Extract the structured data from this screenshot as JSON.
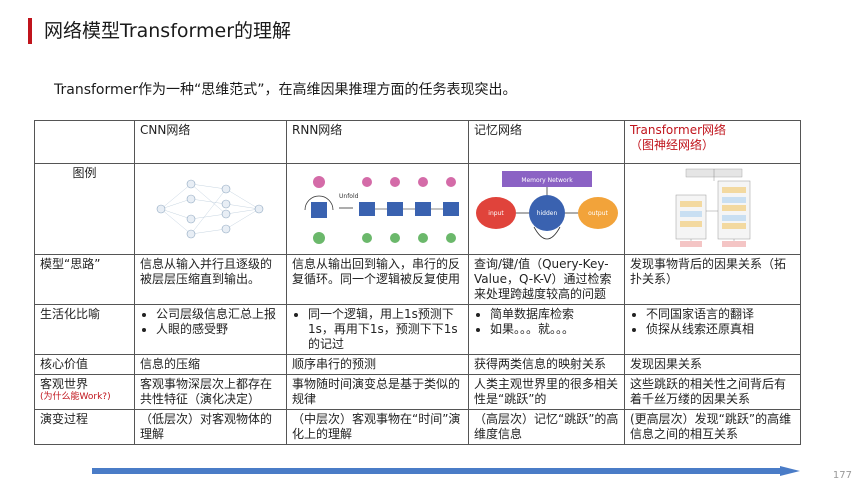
{
  "slide": {
    "title": "网络模型Transformer的理解",
    "intro": "Transformer作为一种“思维范式”，在高维因果推理方面的任务表现突出。",
    "page_number": "177",
    "accent_color": "#c0141c",
    "progress_color": "#4a7cc7"
  },
  "table": {
    "headers": [
      "",
      "CNN网络",
      "RNN网络",
      "记忆网络"
    ],
    "transformer_header": {
      "line1": "Transformer网络",
      "line2": "（图神经网络）"
    },
    "figure_row_label": "图例",
    "figures": {
      "rnn_unfold_label": "Unfold",
      "memory_net": {
        "top": "Memory Network",
        "input": "input",
        "hidden": "hidden",
        "output": "output"
      }
    },
    "thinking": {
      "label": "模型“思路”",
      "cells": [
        "信息从输入并行且逐级的被层层压缩直到输出。",
        "信息从输出回到输入，串行的反复循环。同一个逻辑被反复使用",
        "查询/键/值（Query-Key-Value，Q-K-V）通过检索来处理跨越度较高的问题",
        "发现事物背后的因果关系（拓扑关系）"
      ]
    },
    "analogy": {
      "label": "生活化比喻",
      "cells": [
        [
          "公司层级信息汇总上报",
          "人眼的感受野"
        ],
        [
          "同一个逻辑，用上1s预测下1s，再用下1s，预测下下1s的记过"
        ],
        [
          "简单数据库检索",
          "如果。。。就。。。"
        ],
        [
          "不同国家语言的翻译",
          "侦探从线索还原真相"
        ]
      ]
    },
    "core_value": {
      "label": "核心价值",
      "cells": [
        "信息的压缩",
        "顺序串行的预测",
        "获得两类信息的映射关系",
        "发现因果关系"
      ]
    },
    "world": {
      "label": "客观世界",
      "sublabel": "(为什么能Work?)",
      "cells": [
        "客观事物深层次上都存在共性特征（演化决定）",
        "事物随时间演变总是基于类似的规律",
        "人类主观世界里的很多相关性是“跳跃”的",
        "这些跳跃的相关性之间背后有着千丝万缕的因果关系"
      ]
    },
    "evolution": {
      "label": "演变过程",
      "cells": [
        "（低层次）对客观物体的理解",
        "（中层次）客观事物在“时间”演化上的理解",
        "（高层次）记忆“跳跃”的高维度信息",
        "(更高层次）发现“跳跃”的高维信息之间的相互关系"
      ]
    }
  }
}
